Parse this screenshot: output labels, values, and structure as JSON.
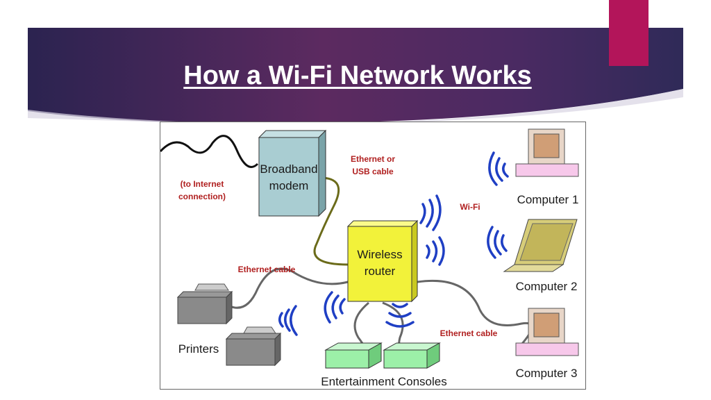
{
  "slide": {
    "title": "How a Wi-Fi Network Works"
  },
  "diagram": {
    "nodes": {
      "modem": [
        "Broadband",
        "modem"
      ],
      "router": [
        "Wireless",
        "router"
      ],
      "computer1": "Computer 1",
      "computer2": "Computer 2",
      "computer3": "Computer 3",
      "printers": "Printers",
      "consoles": "Entertainment Consoles"
    },
    "annotations": {
      "internet": [
        "(to Internet",
        "connection)"
      ],
      "modem_link": [
        "Ethernet or",
        "USB cable"
      ],
      "wifi": "Wi-Fi",
      "printer_cable": "Ethernet cable",
      "computer_cable": "Ethernet cable"
    }
  },
  "colors": {
    "banner_dark": "#2a1f4a",
    "banner_mid": "#6a2c5e",
    "accent_tab": "#b3155a",
    "wifi_waves": "#1f3fc4",
    "label_red": "#b01f1f",
    "modem": "#a9cdd2",
    "router": "#f2f23a",
    "console": "#9cf0a8"
  }
}
